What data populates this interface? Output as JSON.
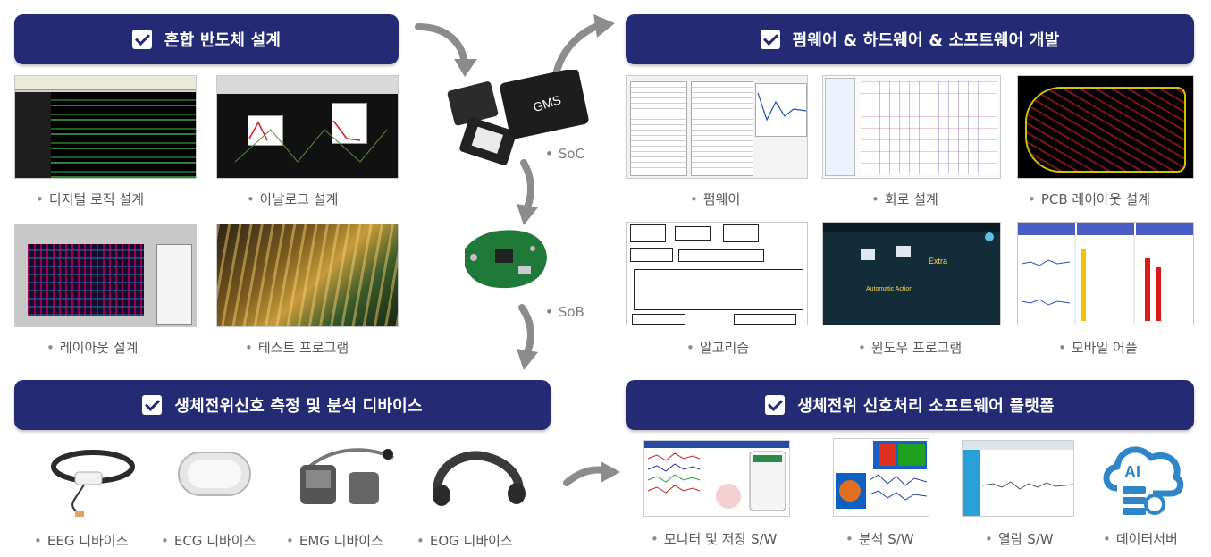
{
  "banners": {
    "semiconductor": "혼합 반도체 설계",
    "firmware": "펌웨어 & 하드웨어 & 소프트웨어 개발",
    "device": "생체전위신호 측정 및 분석 디바이스",
    "platform": "생체전위 신호처리 소프트웨어 플랫폼"
  },
  "semiconductor_items": [
    "디지털 로직 설계",
    "아날로그 설계",
    "레이아웃 설계",
    "테스트 프로그램"
  ],
  "firmware_items": [
    "펌웨어",
    "회로 설계",
    "PCB 레이아웃 설계",
    "알고리즘",
    "윈도우 프로그램",
    "모바일 어플"
  ],
  "device_items": [
    "EEG 디바이스",
    "ECG 디바이스",
    "EMG 디바이스",
    "EOG 디바이스"
  ],
  "platform_items": [
    "모니터 및 저장 S/W",
    "분석 S/W",
    "열람 S/W",
    "데이터서버"
  ],
  "center": {
    "soc": "SoC",
    "sob": "SoB",
    "chip_text": "GMS"
  },
  "cloud_text": "AI",
  "colors": {
    "banner": "#252a74",
    "caption": "#595959",
    "cloud": "#2e86c9"
  }
}
